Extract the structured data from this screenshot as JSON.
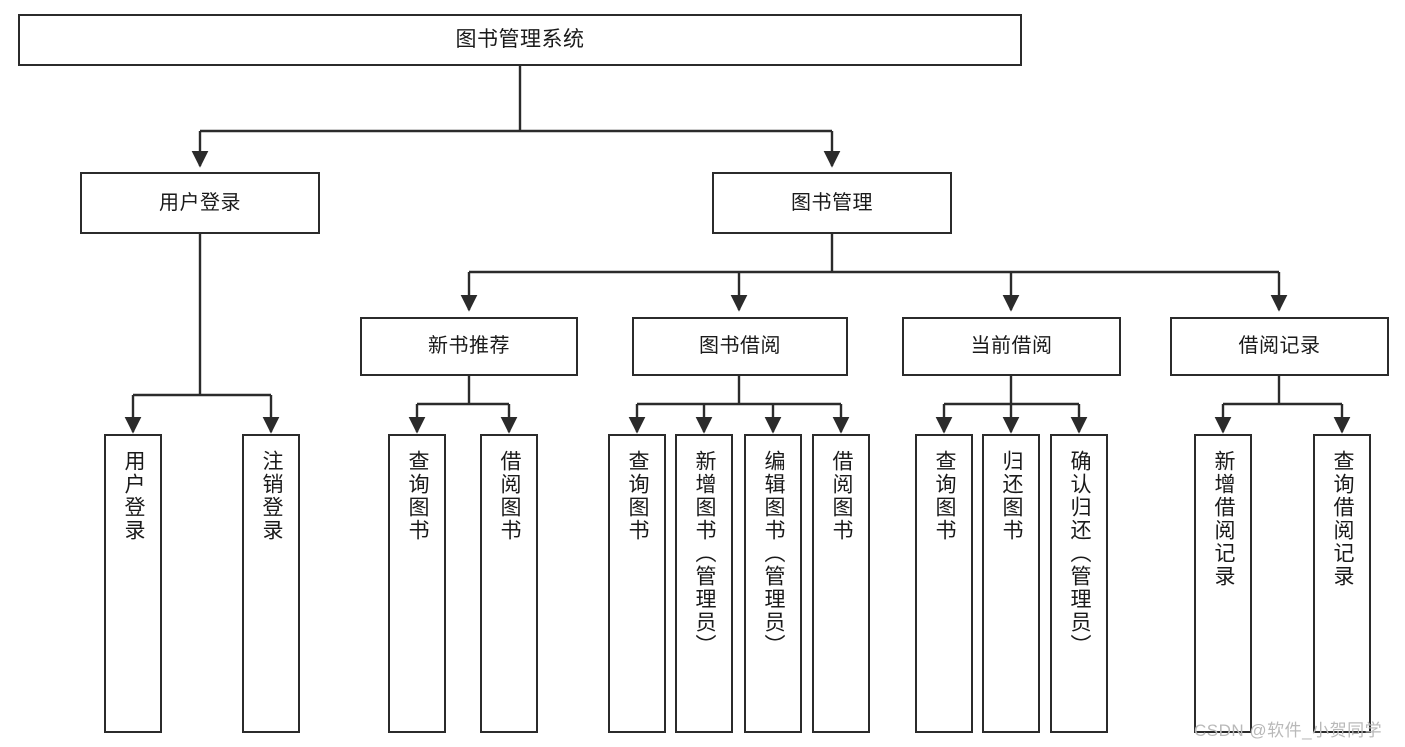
{
  "diagram": {
    "title": "图书管理系统",
    "type": "functional-structure-tree",
    "watermark": "CSDN @软件_小贺同学",
    "colors": {
      "stroke": "#2b2b2b",
      "fill": "#ffffff",
      "text": "#1a1a1a",
      "watermark": "#b9b9b9"
    }
  },
  "nodes": {
    "root": {
      "label": "图书管理系统"
    },
    "level2": [
      {
        "id": "user-login",
        "label": "用户登录"
      },
      {
        "id": "book-manage",
        "label": "图书管理"
      }
    ],
    "level3": [
      {
        "id": "new-book-rec",
        "label": "新书推荐"
      },
      {
        "id": "book-borrow",
        "label": "图书借阅"
      },
      {
        "id": "current-borrow",
        "label": "当前借阅"
      },
      {
        "id": "borrow-record",
        "label": "借阅记录"
      }
    ],
    "leaves": {
      "user-login": [
        {
          "id": "leaf-user-login",
          "label": "用户登录"
        },
        {
          "id": "leaf-user-logout",
          "label": "注销登录"
        }
      ],
      "new-book-rec": [
        {
          "id": "leaf-query-book-1",
          "label": "查询图书"
        },
        {
          "id": "leaf-borrow-book-1",
          "label": "借阅图书"
        }
      ],
      "book-borrow": [
        {
          "id": "leaf-query-book-2",
          "label": "查询图书"
        },
        {
          "id": "leaf-add-book",
          "label": "新增图书（管理员）"
        },
        {
          "id": "leaf-edit-book",
          "label": "编辑图书（管理员）"
        },
        {
          "id": "leaf-borrow-book-2",
          "label": "借阅图书"
        }
      ],
      "current-borrow": [
        {
          "id": "leaf-query-book-3",
          "label": "查询图书"
        },
        {
          "id": "leaf-return-book",
          "label": "归还图书"
        },
        {
          "id": "leaf-confirm-return",
          "label": "确认归还（管理员）"
        }
      ],
      "borrow-record": [
        {
          "id": "leaf-add-record",
          "label": "新增借阅记录"
        },
        {
          "id": "leaf-query-record",
          "label": "查询借阅记录"
        }
      ]
    }
  }
}
